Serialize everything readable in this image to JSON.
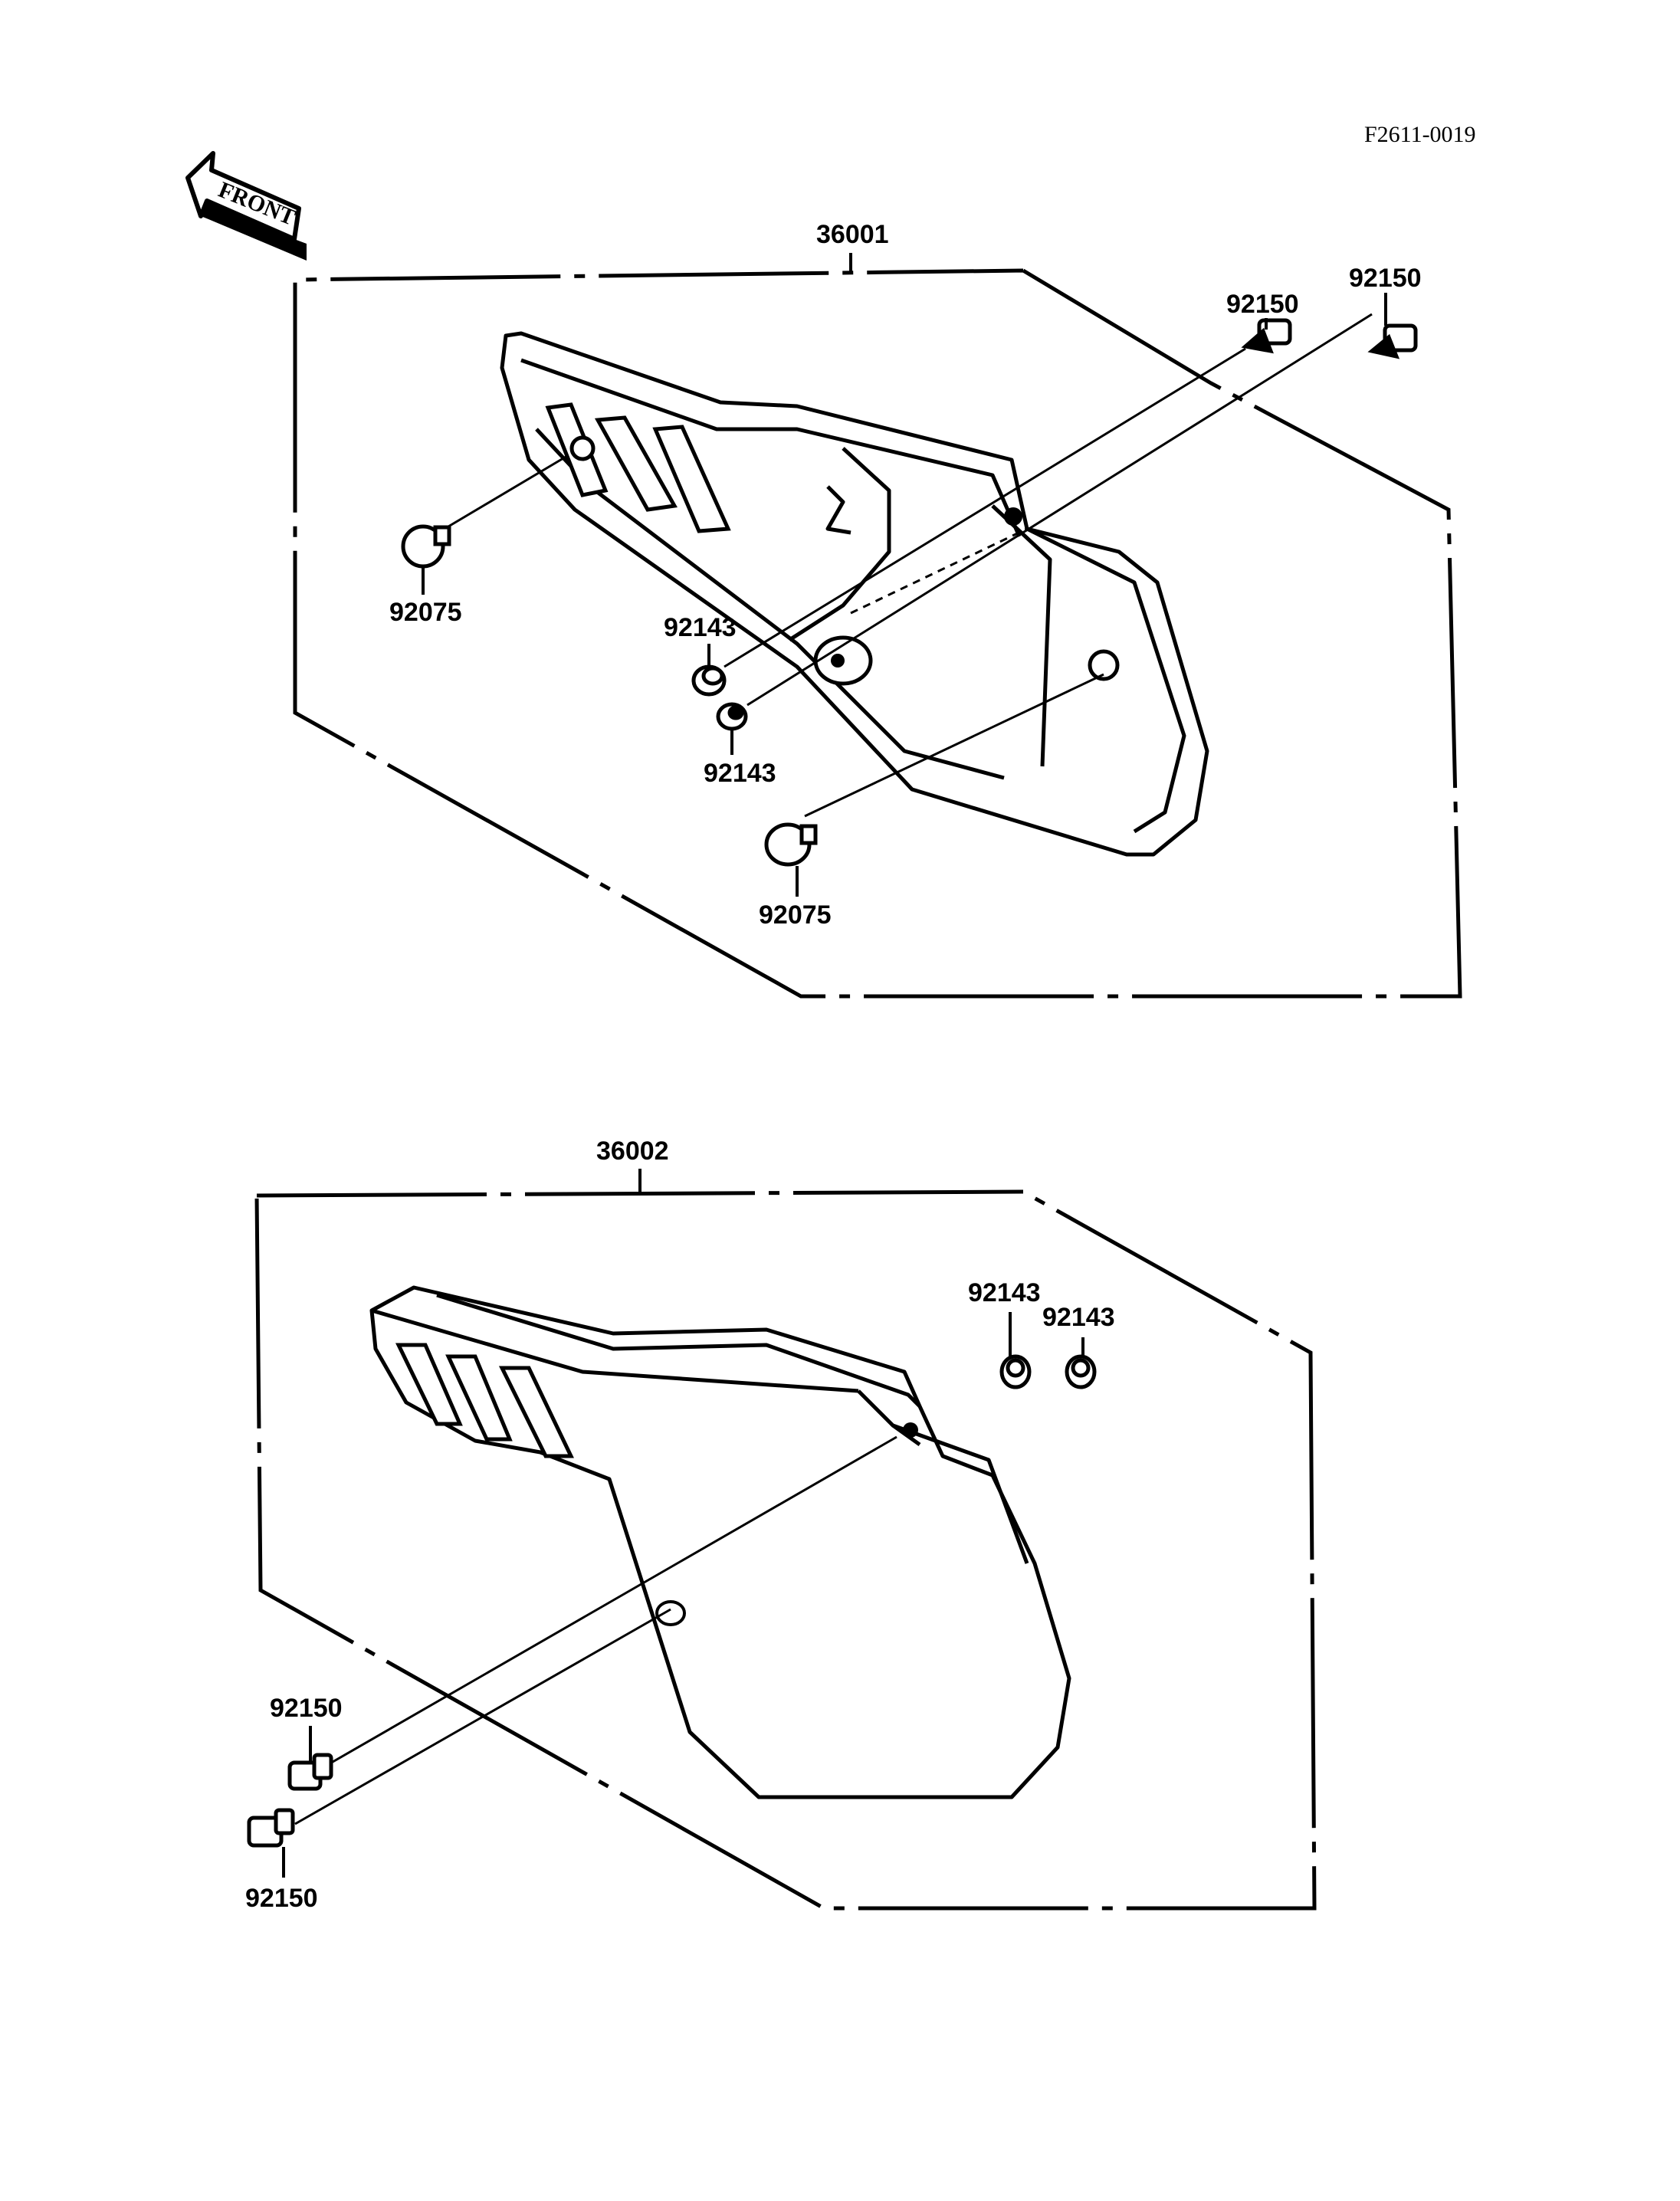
{
  "figure_code": "F2611-0019",
  "front_label": "FRONT",
  "upper_assembly": {
    "part_number": "36001",
    "screw_a": "92150",
    "screw_b": "92150",
    "grommet_top": "92075",
    "grommet_bottom": "92075",
    "collar_a": "92143",
    "collar_b": "92143"
  },
  "lower_assembly": {
    "part_number": "36002",
    "collar_a": "92143",
    "collar_b": "92143",
    "screw_a": "92150",
    "screw_b": "92150"
  }
}
